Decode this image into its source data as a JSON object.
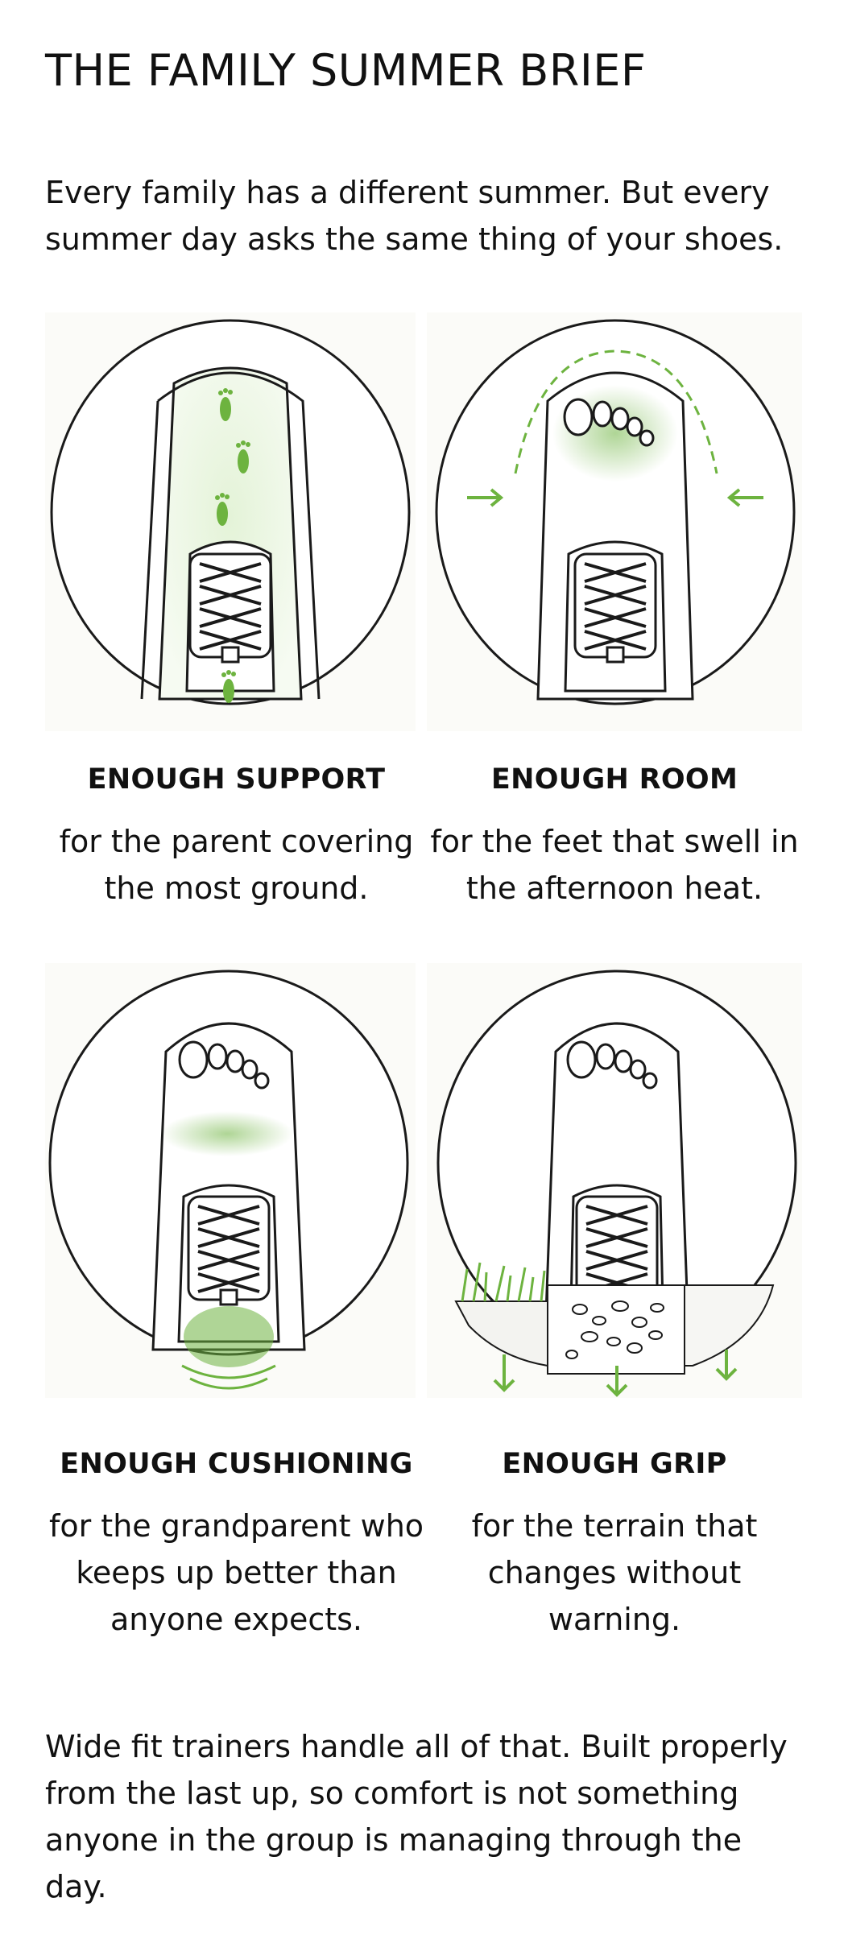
{
  "header": {
    "title": "THE FAMILY SUMMER BRIEF",
    "intro": "Every family has a different summer. But every summer day asks the same thing of your shoes."
  },
  "colors": {
    "accent_green": "#6db33f",
    "line": "#1a1a1a",
    "panel_bg": "#fbfbf8"
  },
  "cards": [
    {
      "title": "ENOUGH SUPPORT",
      "text": "for the parent covering the most ground.",
      "illustration": "shoe-top-view-with-footprints-icon"
    },
    {
      "title": "ENOUGH ROOM",
      "text": "for the feet that swell in the afternoon heat.",
      "illustration": "shoe-with-visible-toes-and-width-arrows-icon"
    },
    {
      "title": "ENOUGH CUSHIONING",
      "text": "for the grandparent who keeps up better than anyone expects.",
      "illustration": "shoe-with-highlighted-cushion-zones-icon"
    },
    {
      "title": "ENOUGH GRIP",
      "text": "for the terrain that changes without warning.",
      "illustration": "shoe-on-mixed-terrain-with-down-arrows-icon"
    }
  ],
  "footer": {
    "text": "Wide fit trainers handle all of that. Built properly from the last up, so comfort is not something anyone in the group is managing through the day."
  }
}
